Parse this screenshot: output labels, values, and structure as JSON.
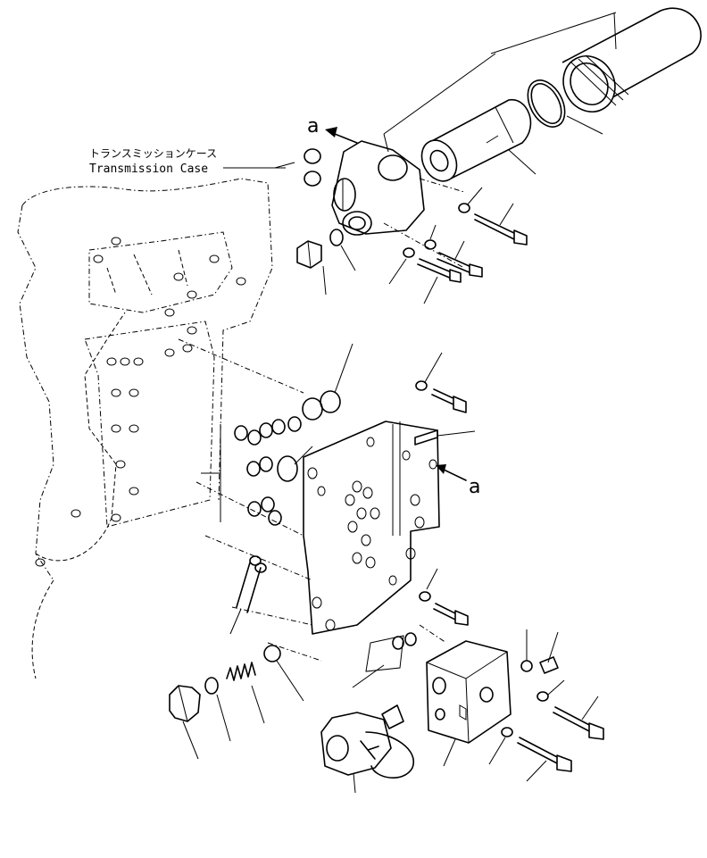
{
  "labels": {
    "housing_jp": "トランスミッションケース",
    "housing_en": "Transmission Case",
    "view_marker_top": "a",
    "view_marker_right": "a"
  },
  "colors": {
    "line": "#000000",
    "background": "#ffffff"
  }
}
